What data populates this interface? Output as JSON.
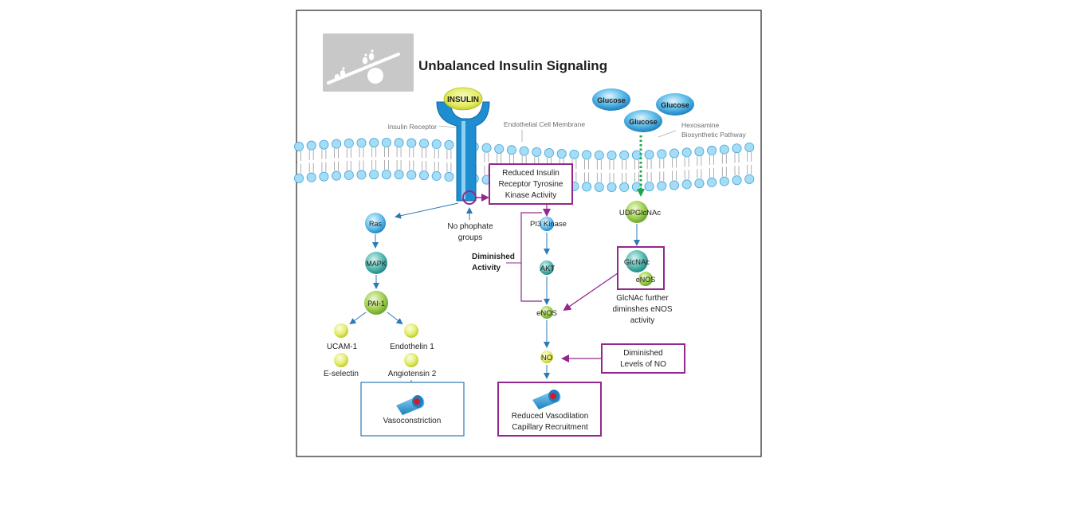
{
  "title": "Unbalanced Insulin Signaling",
  "colors": {
    "frame": "#231f20",
    "accent_purple": "#93278f",
    "arrow_blue": "#2a7ab8",
    "arrow_green": "#1aa64a",
    "membrane_blue": "#9ed8f5",
    "receptor_blue": "#1f8ed0",
    "icon_panel_grey": "#c8c8c8",
    "vasoconstriction_box": "#2a7ab8"
  },
  "icon": {
    "name": "seesaw-imbalance-icon"
  },
  "labels": {
    "insulin": "INSULIN",
    "insulin_receptor": "Insulin Receptor",
    "endothelial_membrane": "Endothelial Cell Membrane",
    "glucose_1": "Glucose",
    "glucose_2": "Glucose",
    "glucose_3": "Glucose",
    "hexosamine_line1": "Hexosamine",
    "hexosamine_line2": "Biosynthetic Pathway",
    "reduced_kinase_line1": "Reduced Insulin",
    "reduced_kinase_line2": "Receptor Tyrosine",
    "reduced_kinase_line3": "Kinase Activity",
    "no_phosphate_line1": "No phophate",
    "no_phosphate_line2": "groups",
    "ras": "Ras",
    "mapk": "MAPK",
    "pai1": "PAI-1",
    "ucam1": "UCAM-1",
    "eselectin": "E-selectin",
    "endothelin1": "Endothelin 1",
    "angiotensin2": "Angiotensin 2",
    "vasoconstriction": "Vasoconstriction",
    "pi3_kinase": "PI3 Kinase",
    "akt": "AKT",
    "enos": "eNOS",
    "no": "NO",
    "diminished_activity_line1": "Diminished",
    "diminished_activity_line2": "Activity",
    "udpglcnac": "UDPGlcNAc",
    "glcnac": "GlcNAc",
    "enos_small": "eNOS",
    "glcnac_note_line1": "GlcNAc further",
    "glcnac_note_line2": "diminshes eNOS",
    "glcnac_note_line3": "activity",
    "diminished_no_line1": "Diminished",
    "diminished_no_line2": "Levels of NO",
    "reduced_vaso_line1": "Reduced Vasodilation",
    "reduced_vaso_line2": "Capillary Recruitment"
  }
}
